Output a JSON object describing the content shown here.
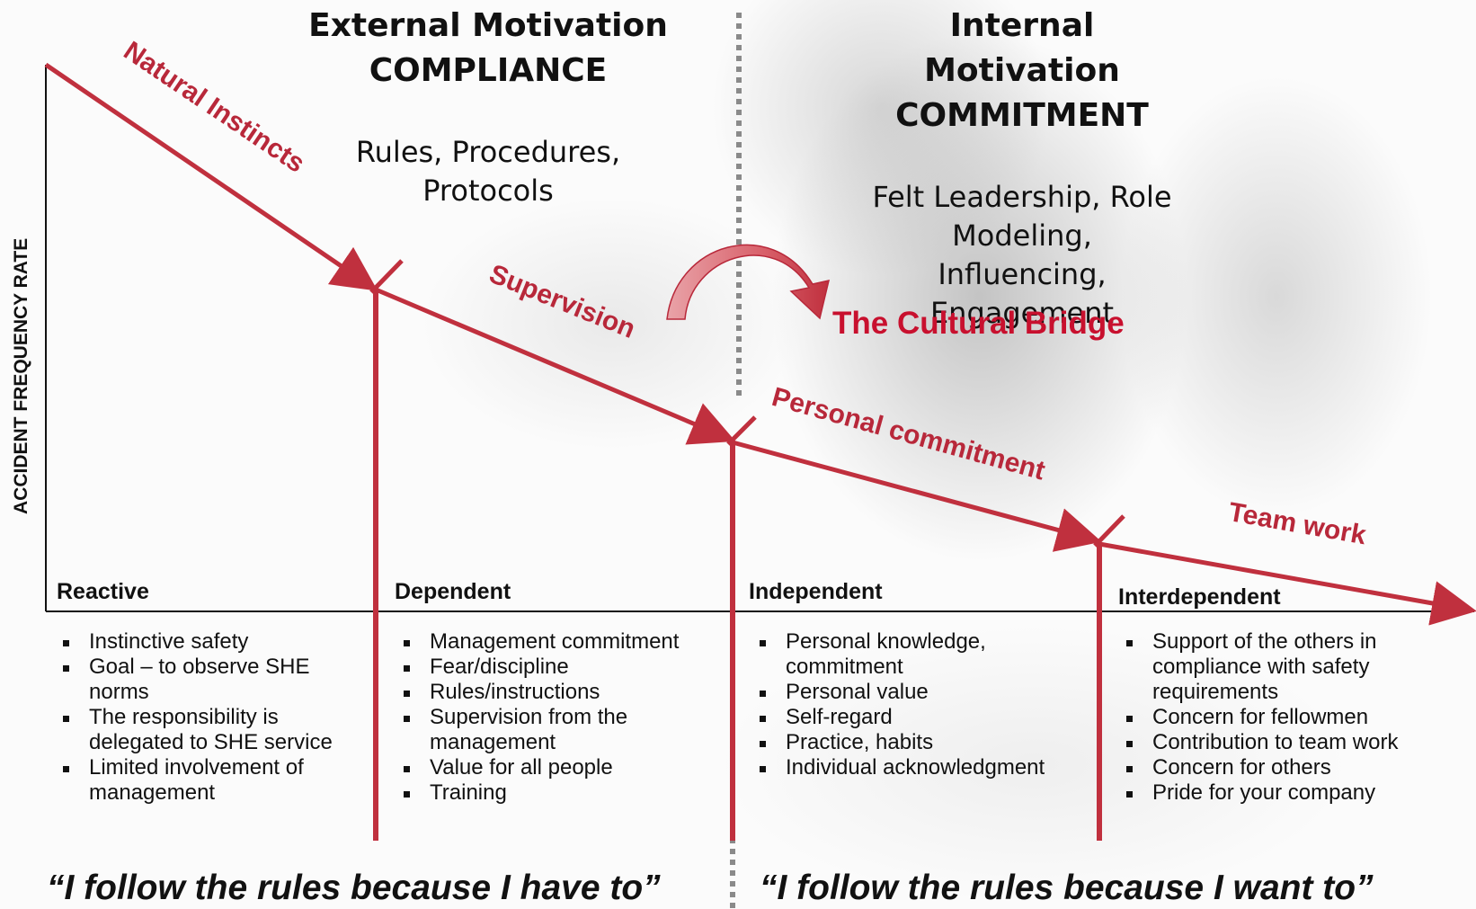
{
  "axis": {
    "y_label": "ACCIDENT FREQUENCY RATE"
  },
  "columns": {
    "external": {
      "title_line1": "External Motivation",
      "title_line2": "COMPLIANCE",
      "sub_line1": "Rules, Procedures,",
      "sub_line2": "Protocols"
    },
    "internal": {
      "title_line1": "Internal",
      "title_line2": "Motivation",
      "title_line3": "COMMITMENT",
      "sub_line1": "Felt Leadership, Role",
      "sub_line2": "Modeling,",
      "sub_line3": "Influencing,",
      "sub_line4": "Engagement"
    }
  },
  "curve_labels": {
    "natural": "Natural Instincts",
    "supervision": "Supervision",
    "personal": "Personal commitment",
    "team": "Team work"
  },
  "bridge_label": "The Cultural Bridge",
  "stages": [
    {
      "name": "Reactive",
      "items": [
        "Instinctive safety",
        "Goal – to observe SHE norms",
        "The responsibility is delegated to SHE service",
        "Limited involvement of management"
      ]
    },
    {
      "name": "Dependent",
      "items": [
        "Management commitment",
        "Fear/discipline",
        "Rules/instructions",
        "Supervision from the management",
        "Value for all people",
        "Training"
      ]
    },
    {
      "name": "Independent",
      "items": [
        "Personal knowledge, commitment",
        "Personal value",
        "Self-regard",
        "Practice, habits",
        "Individual acknowledgment"
      ]
    },
    {
      "name": "Interdependent",
      "items": [
        "Support of the others in compliance with safety requirements",
        "Concern for fellowmen",
        "Contribution to team work",
        "Concern for others",
        "Pride for your company"
      ]
    }
  ],
  "quotes": {
    "left": "“I follow the rules because I have to”",
    "right": "“I follow the rules because I want to”"
  },
  "colors": {
    "curve": "#c0303e",
    "bridge_text": "#c8102e",
    "divider": "#8a8a8a"
  }
}
